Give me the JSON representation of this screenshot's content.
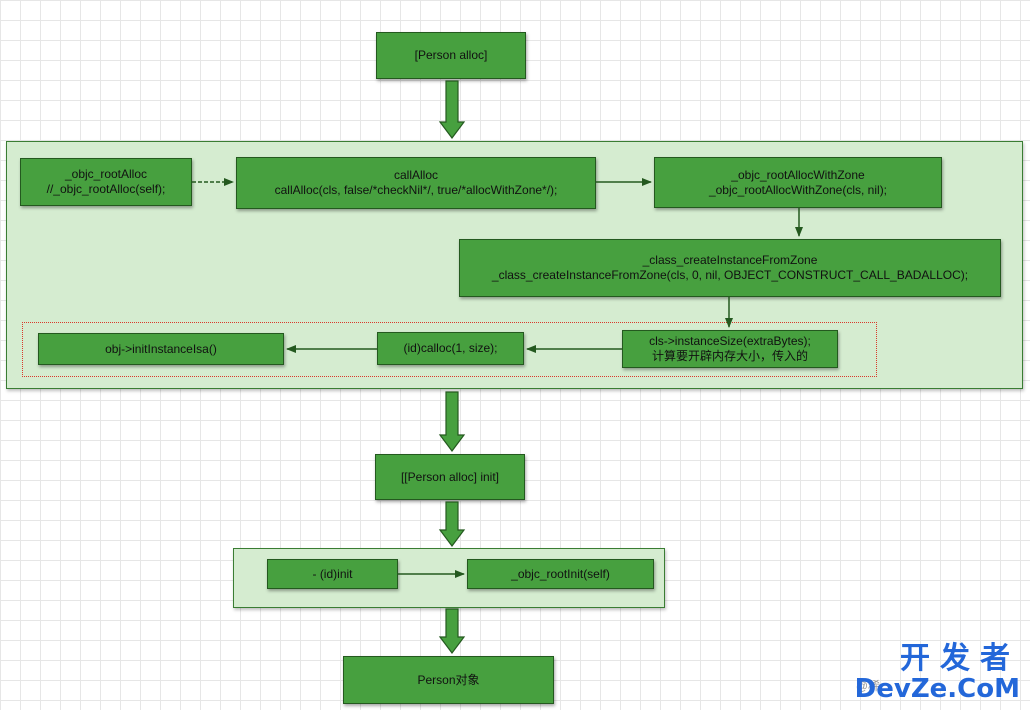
{
  "nodes": {
    "person_alloc": "[Person alloc]",
    "objc_root_alloc": [
      "_objc_rootAlloc",
      "//_objc_rootAlloc(self);"
    ],
    "call_alloc": [
      "callAlloc",
      "callAlloc(cls, false/*checkNil*/, true/*allocWithZone*/);"
    ],
    "root_alloc_with_zone": [
      "_objc_rootAllocWithZone",
      "_objc_rootAllocWithZone(cls, nil);"
    ],
    "class_create_instance": [
      "_class_createInstanceFromZone",
      "_class_createInstanceFromZone(cls, 0, nil, OBJECT_CONSTRUCT_CALL_BADALLOC);"
    ],
    "instance_size": [
      "cls->instanceSize(extraBytes);",
      "计算要开辟内存大小，传入的"
    ],
    "calloc": "(id)calloc(1, size);",
    "init_isa": "obj->initInstanceIsa()",
    "person_alloc_init": "[[Person alloc] init]",
    "id_init": "- (id)init",
    "objc_root_init": "_objc_rootInit(self)",
    "person_object": "Person对象"
  },
  "watermark": {
    "cn": "开发者",
    "en": "DevZe.CoM",
    "at": "@稀"
  },
  "colors": {
    "node_fill": "#47a03f",
    "container_fill": "#d5ecd0",
    "dotted_border": "#d93a2b",
    "arrow": "#24591f"
  }
}
